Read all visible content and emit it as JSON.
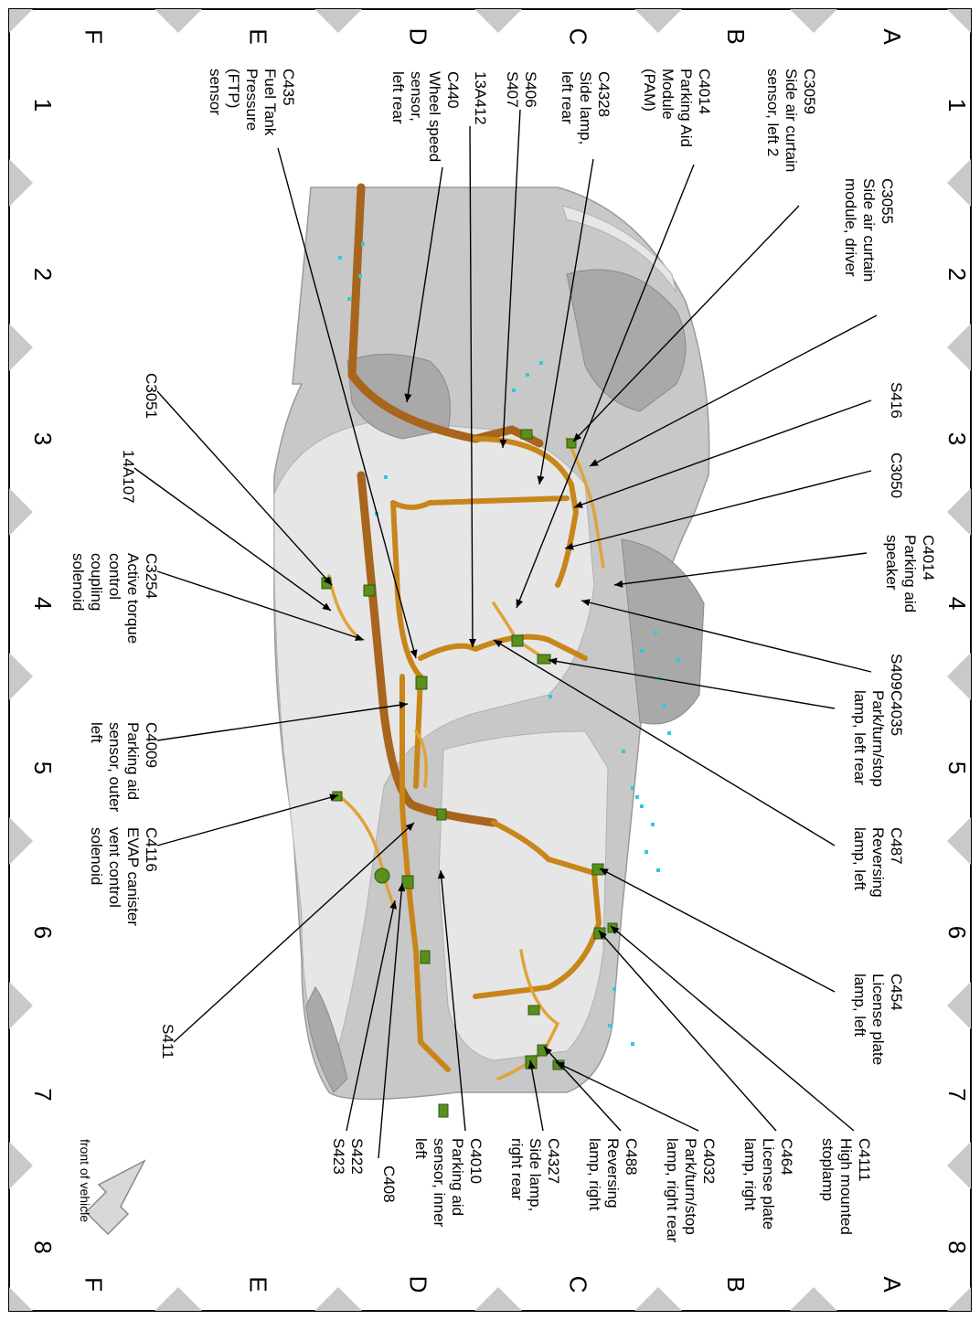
{
  "grid": {
    "rows": [
      "A",
      "B",
      "C",
      "D",
      "E",
      "F"
    ],
    "columns": [
      "1",
      "2",
      "3",
      "4",
      "5",
      "6",
      "7",
      "8"
    ]
  },
  "front_label": "front of vehicle",
  "callouts": [
    {
      "id": "c3059",
      "lines": [
        "C3059",
        "Side air curtain",
        "sensor, left 2"
      ]
    },
    {
      "id": "c3055",
      "lines": [
        "C3055",
        "Side air curtain",
        "module, driver"
      ]
    },
    {
      "id": "s416",
      "lines": [
        "S416"
      ]
    },
    {
      "id": "c3050",
      "lines": [
        "C3050"
      ]
    },
    {
      "id": "c4014-speaker",
      "lines": [
        "C4014",
        "Parking aid",
        "speaker"
      ]
    },
    {
      "id": "s409",
      "lines": [
        "S409"
      ]
    },
    {
      "id": "c4035",
      "lines": [
        "C4035",
        "Park/turn/stop",
        "lamp, left rear"
      ]
    },
    {
      "id": "c487",
      "lines": [
        "C487",
        "Reversing",
        "lamp, left"
      ]
    },
    {
      "id": "c454",
      "lines": [
        "C454",
        "License plate",
        "lamp, left"
      ]
    },
    {
      "id": "c4111",
      "lines": [
        "C4111",
        "High mounted",
        "stoplamp"
      ]
    },
    {
      "id": "c464",
      "lines": [
        "C464",
        "License plate",
        "lamp, right"
      ]
    },
    {
      "id": "c4032",
      "lines": [
        "C4032",
        "Park/turn/stop",
        "lamp, right rear"
      ]
    },
    {
      "id": "c488",
      "lines": [
        "C488",
        "Reversing",
        "lamp, right"
      ]
    },
    {
      "id": "c4327",
      "lines": [
        "C4327",
        "Side lamp,",
        "right rear"
      ]
    },
    {
      "id": "c4010",
      "lines": [
        "C4010",
        "Parking aid",
        "sensor, inner",
        "left"
      ]
    },
    {
      "id": "c408",
      "lines": [
        "C408"
      ]
    },
    {
      "id": "s422",
      "lines": [
        "S422",
        "S423"
      ]
    },
    {
      "id": "s411",
      "lines": [
        "S411"
      ]
    },
    {
      "id": "c4116",
      "lines": [
        "C4116",
        "EVAP canister",
        "vent control",
        "solenoid"
      ]
    },
    {
      "id": "c4009",
      "lines": [
        "C4009",
        "Parking aid",
        "sensor, outer",
        "left"
      ]
    },
    {
      "id": "c3254",
      "lines": [
        "C3254",
        "Active torque",
        "control",
        "coupling",
        "solenoid"
      ]
    },
    {
      "id": "14a107",
      "lines": [
        "14A107"
      ]
    },
    {
      "id": "c3051",
      "lines": [
        "C3051"
      ]
    },
    {
      "id": "c435",
      "lines": [
        "C435",
        "Fuel Tank",
        "Pressure",
        "(FTP)",
        "sensor"
      ]
    },
    {
      "id": "c440",
      "lines": [
        "C440",
        "Wheel speed",
        "sensor,",
        "left rear"
      ]
    },
    {
      "id": "13a412",
      "lines": [
        "13A412"
      ]
    },
    {
      "id": "s406",
      "lines": [
        "S406",
        "S407"
      ]
    },
    {
      "id": "c4328",
      "lines": [
        "C4328",
        "Side lamp,",
        "left rear"
      ]
    },
    {
      "id": "c4014-pam",
      "lines": [
        "C4014",
        "Parking Aid",
        "Module",
        "(PAM)"
      ]
    }
  ]
}
